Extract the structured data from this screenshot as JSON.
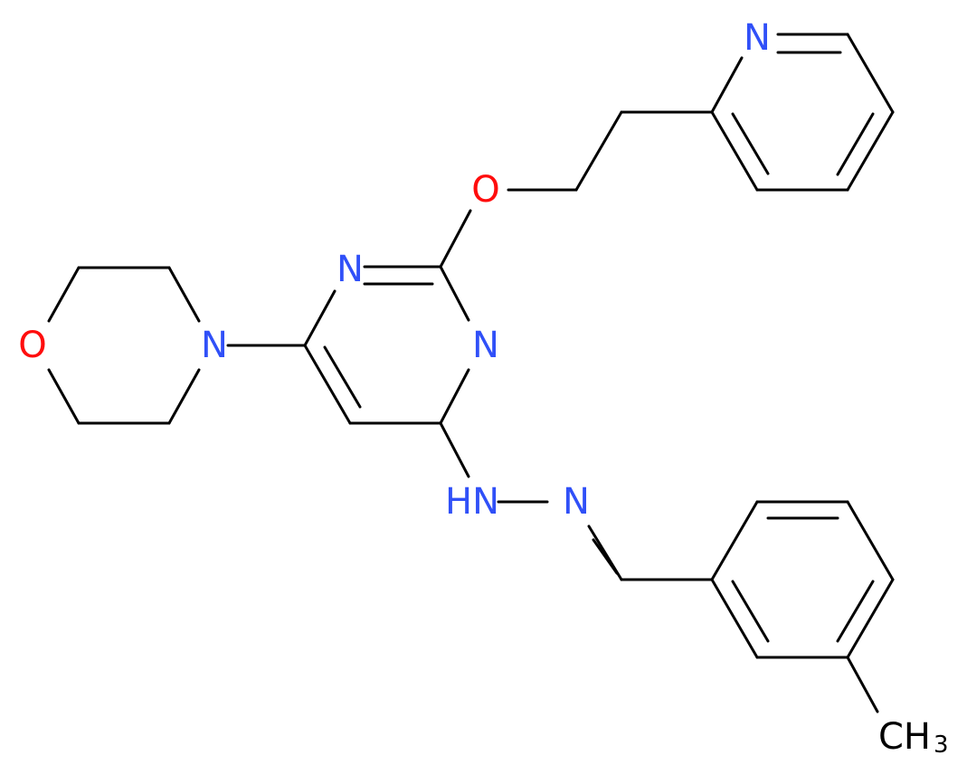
{
  "molecule": {
    "colors": {
      "bond": "#000000",
      "nitrogen": "#3050F8",
      "oxygen": "#FF0D0D",
      "carbon": "#000000"
    },
    "labels": {
      "pyridine_n": "N",
      "ether_o": "O",
      "pyrimidine_n1": "N",
      "pyrimidine_n3": "N",
      "morpholine_n": "N",
      "morpholine_o": "O",
      "hydrazone_nh": "HN",
      "hydrazone_n": "N",
      "methyl_c": "CH",
      "methyl_sub": "3"
    }
  }
}
